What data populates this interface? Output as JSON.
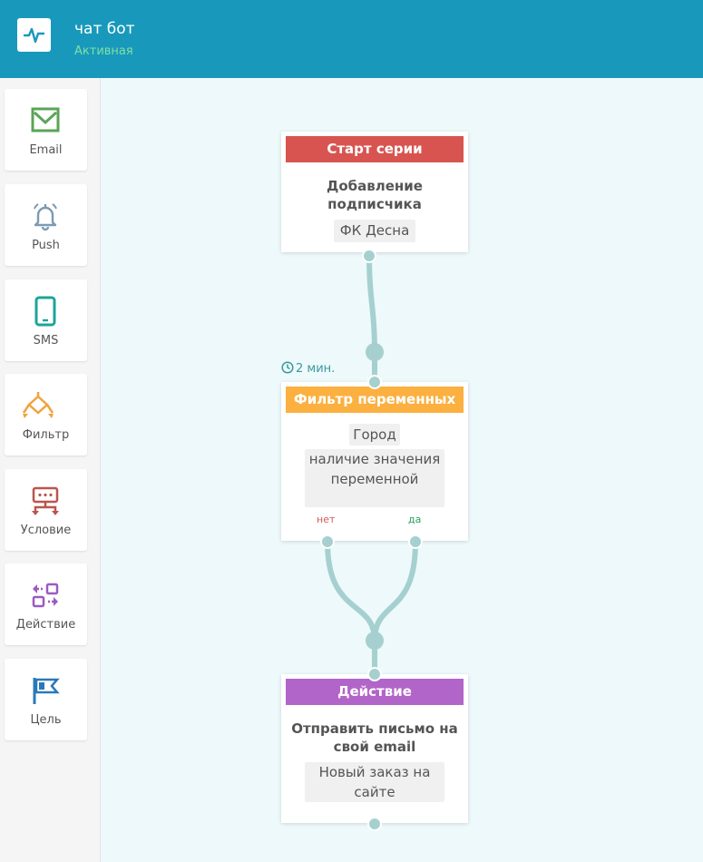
{
  "header": {
    "title": "чат бот",
    "status": "Активная"
  },
  "sidebar": {
    "items": [
      {
        "label": "Email",
        "icon": "envelope-icon",
        "color": "#5aa457"
      },
      {
        "label": "Push",
        "icon": "bell-icon",
        "color": "#7d9ab2"
      },
      {
        "label": "SMS",
        "icon": "phone-icon",
        "color": "#1ea39a"
      },
      {
        "label": "Фильтр",
        "icon": "filter-branch-icon",
        "color": "#f0a33e"
      },
      {
        "label": "Условие",
        "icon": "condition-icon",
        "color": "#bb554c"
      },
      {
        "label": "Действие",
        "icon": "action-icon",
        "color": "#9b5bc0"
      },
      {
        "label": "Цель",
        "icon": "flag-icon",
        "color": "#2b78b8"
      }
    ]
  },
  "flow": {
    "start": {
      "header": "Старт серии",
      "header_color": "#d85450",
      "text": "Добавление подписчика",
      "chip": "ФК Десна"
    },
    "delay": "2 мин.",
    "filter": {
      "header": "Фильтр переменных",
      "header_color": "#fbb040",
      "chip1": "Город",
      "chip2": "наличие значения переменной",
      "no_label": "нет",
      "yes_label": "да",
      "no_color": "#d05a58",
      "yes_color": "#2aa05f"
    },
    "action": {
      "header": "Действие",
      "header_color": "#b265c9",
      "text": "Отправить письмо на свой email",
      "chip": "Новый заказ на сайте"
    }
  }
}
